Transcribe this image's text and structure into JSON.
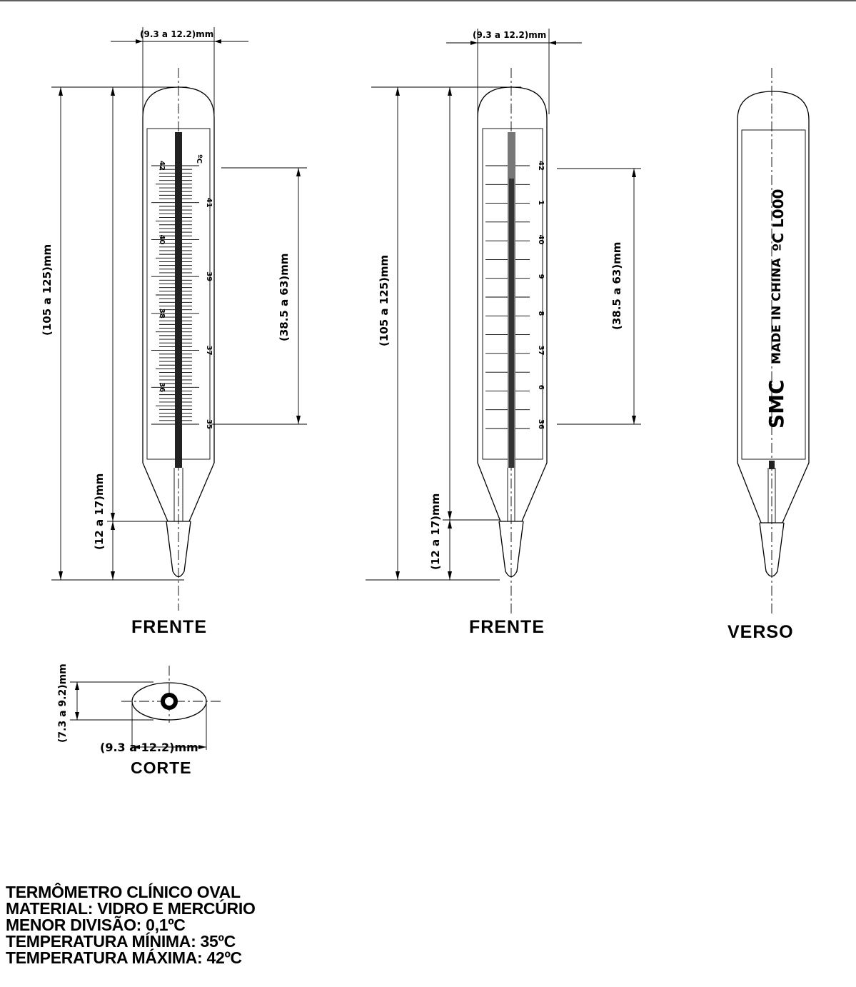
{
  "dimensions": {
    "width_range": "(9.3 a 12.2)mm",
    "length_range": "(105 a 125)mm",
    "scale_range": "(38.5 a 63)mm",
    "bulb_range": "(12 a 17)mm",
    "section_height": "(7.3 a 9.2)mm",
    "section_width": "(9.3 a 12.2)mm"
  },
  "views": {
    "front_1": "FRENTE",
    "front_2": "FRENTE",
    "back": "VERSO",
    "section": "CORTE"
  },
  "scale": {
    "unit": "ºC",
    "front1_labels": [
      "42",
      "41",
      "40",
      "39",
      "38",
      "37",
      "36",
      "35"
    ],
    "front2_labels": [
      "42",
      "1",
      "40",
      "9",
      "8",
      "37",
      "6",
      "36"
    ]
  },
  "back_print": {
    "brand": "SMC",
    "origin": "MADE IN CHINA",
    "code": "ºC L000"
  },
  "specs": [
    "TERMÔMETRO CLÍNICO OVAL",
    "MATERIAL: VIDRO E MERCÚRIO",
    "MENOR DIVISÃO: 0,1ºC",
    "TEMPERATURA MÍNIMA:  35ºC",
    "TEMPERATURA MÁXIMA: 42ºC"
  ]
}
